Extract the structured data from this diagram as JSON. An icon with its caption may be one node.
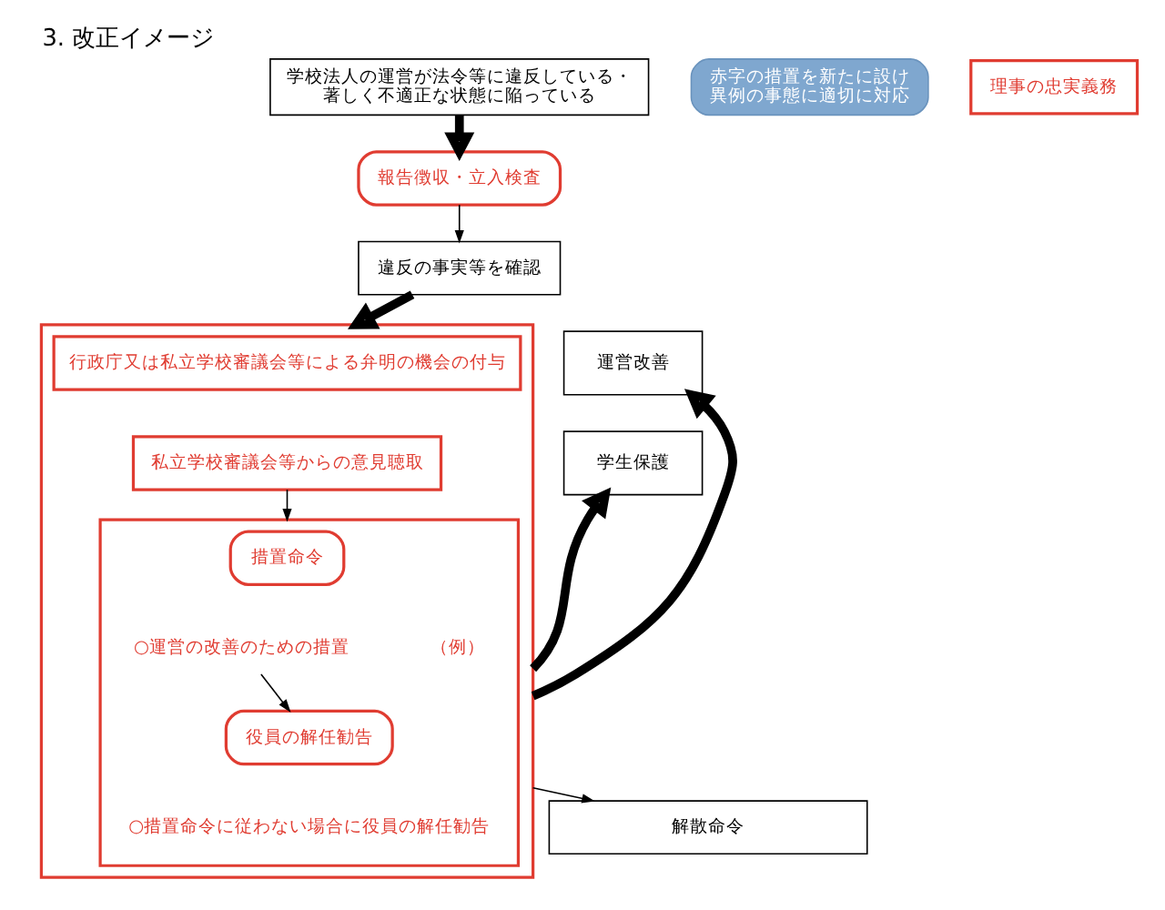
{
  "diagram": {
    "title": "3. 改正イメージ",
    "nodes": [
      {
        "text": [
          "赤字の措置を新たに設け異例の事態に適切に対応"
        ]
      },
      {
        "text": [
          "学校法人の運営が法令等に違反している・著しく不適正な状態に陥っている"
        ]
      },
      {
        "text": [
          "報告徴収・立入検査"
        ]
      },
      {
        "text": [
          "理事の忠実義務"
        ]
      },
      {
        "text": [
          "違反の事実等を確認"
        ]
      },
      {
        "text": [],
        "shape": "box"
      },
      {
        "text": [
          "行政庁又は私立学校審議会等による弁明の機会の付与"
        ],
        "in": 5
      },
      {
        "text": [
          "私立学校審議会等からの意見聴取"
        ],
        "in": 5
      },
      {
        "text": [],
        "shape": "box",
        "in": 5
      },
      {
        "text": [
          "措置命令"
        ],
        "in": 8
      },
      {
        "text": [
          "○運営の改善のための措置"
        ],
        "in": 8
      },
      {
        "text": [
          "役員の解任勧告"
        ],
        "in": 8
      },
      {
        "text": [
          "運営改善"
        ]
      },
      {
        "text": [
          "学生保護"
        ]
      },
      {
        "text": [
          "解散命令"
        ]
      }
    ],
    "edges": [
      {
        "from": 1,
        "to": 2,
        "arrow": "to",
        "style": "thick"
      },
      {
        "from": 2,
        "to": 4,
        "arrow": "to"
      },
      {
        "from": 4,
        "to": 5,
        "arrow": "to",
        "style": "thick"
      },
      {
        "from": 7,
        "to": 8,
        "arrow": "to"
      },
      {
        "from": 10,
        "to": 11,
        "arrow": "to"
      },
      {
        "from": 5,
        "to": 12,
        "arrow": "to",
        "style": "thick"
      },
      {
        "from": 5,
        "to": 13,
        "arrow": "to",
        "style": "thick"
      },
      {
        "from": 5,
        "to": 14,
        "arrow": "to"
      }
    ],
    "labels": [
      "（例）",
      "○措置命令に従わない場合に役員の解任勧告"
    ]
  }
}
